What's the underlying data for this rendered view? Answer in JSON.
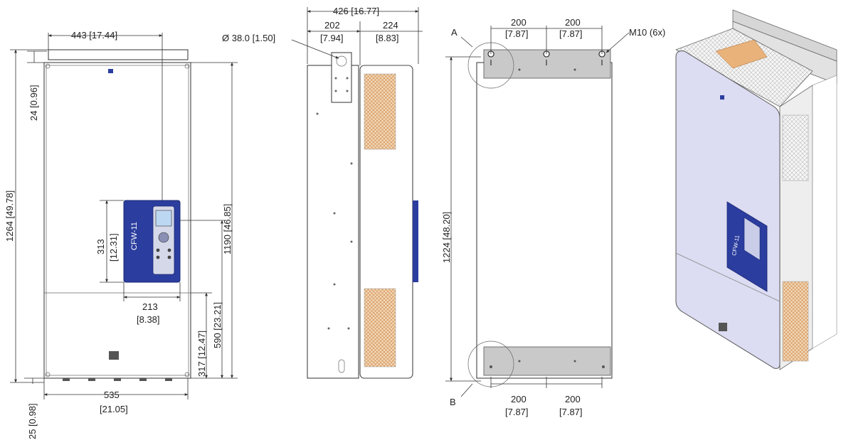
{
  "front_view": {
    "top_width": "443 [17.44]",
    "top_offset": "24 [0.96]",
    "total_height": "1264 [49.78]",
    "body_height": "1190 [46.85]",
    "keypad_height_mm": "313",
    "keypad_height_in": "[12.31]",
    "keypad_width_mm": "213",
    "keypad_width_in": "[8.38]",
    "keypad_offset": "590 [23.21]",
    "lower_section": "317 [12.47]",
    "bottom_width_mm": "535",
    "bottom_width_in": "[21.05]",
    "bottom_offset": "25 [0.98]",
    "brand_label": "CFW-11"
  },
  "side_view": {
    "total_depth": "426 [16.77]",
    "hole_diameter": "Ø 38.0 [1.50]",
    "bracket_depth_mm": "202",
    "bracket_depth_in": "[7.94]",
    "body_depth_mm": "224",
    "body_depth_in": "[8.83]"
  },
  "rear_view": {
    "label_a": "A",
    "label_b": "B",
    "top_spacing_1_mm": "200",
    "top_spacing_1_in": "[7.87]",
    "top_spacing_2_mm": "200",
    "top_spacing_2_in": "[7.87]",
    "bolt_spec": "M10 (6x)",
    "mount_height": "1224 [48.20]",
    "bottom_spacing_1_mm": "200",
    "bottom_spacing_1_in": "[7.87]",
    "bottom_spacing_2_mm": "200",
    "bottom_spacing_2_in": "[7.87]"
  },
  "iso_view": {
    "brand_label": "CFW-11"
  },
  "colors": {
    "keypad_blue": "#2b3d9e",
    "panel_lavender": "#dcdcf2",
    "plate_gray": "#c9c9c9",
    "accent_orange": "#e39a3a"
  }
}
